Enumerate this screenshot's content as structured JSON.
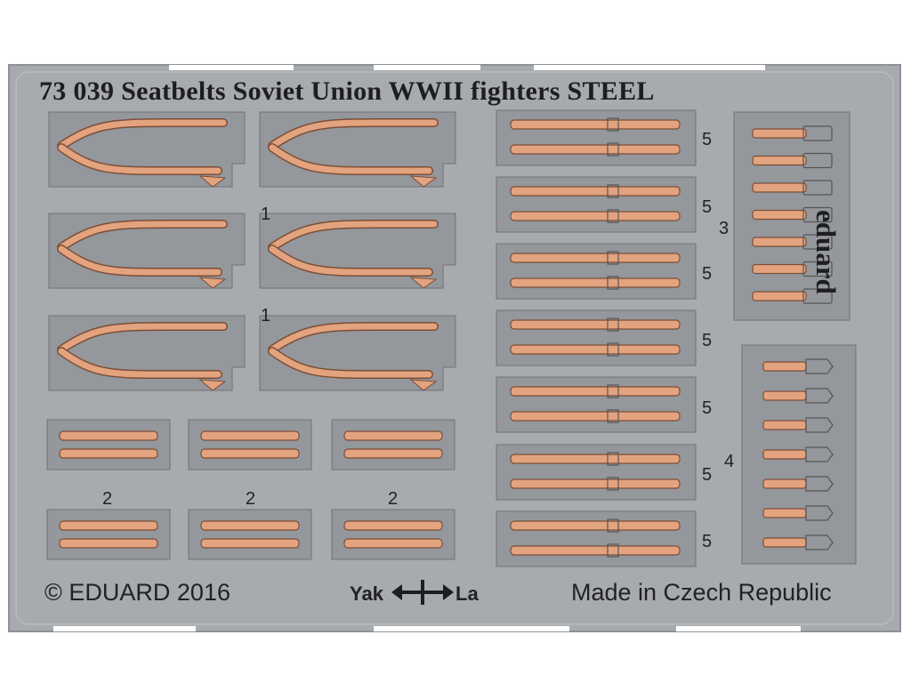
{
  "title": "73 039  Seatbelts Soviet Union WWII fighters  STEEL",
  "brand": "eduard",
  "copyright": "© EDUARD 2016",
  "made_in": "Made in Czech Republic",
  "orientation": {
    "left": "Yak",
    "right": "La"
  },
  "part_numbers": {
    "p1_a": "1",
    "p1_b": "1",
    "p2_a": "2",
    "p2_b": "2",
    "p2_c": "2",
    "p3": "3",
    "p4": "4",
    "p5_a": "5",
    "p5_b": "5",
    "p5_c": "5",
    "p5_d": "5",
    "p5_e": "5",
    "p5_f": "5",
    "p5_g": "5"
  },
  "colors": {
    "fret": "#a7aaae",
    "fret_dark": "#94979b",
    "belt": "#e3a37e",
    "belt_edge": "#7a4e38",
    "text": "#222222"
  }
}
